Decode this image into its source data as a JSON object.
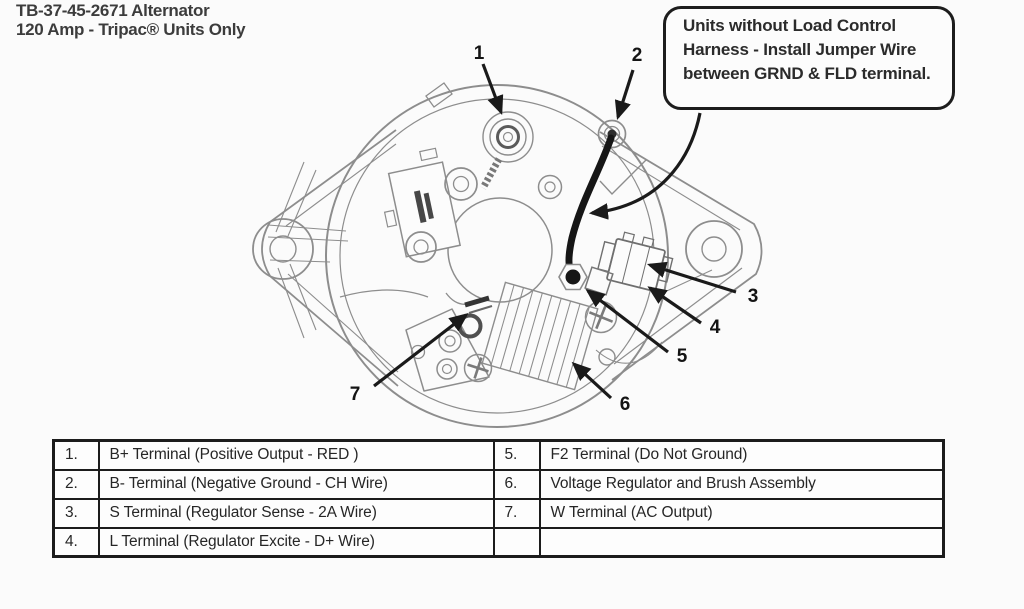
{
  "colors": {
    "background": "#fbfbfb",
    "drawing_line": "#8d8d8d",
    "dark_ink": "#1a1a1a",
    "table_border": "#1c1c1c",
    "text": "#2b2b2b"
  },
  "header": {
    "title_line1": "TB-37-45-2671 Alternator",
    "title_line2": "120 Amp - Tripac® Units Only"
  },
  "callout_note": {
    "text": "Units without Load Control Harness - Install Jumper Wire between GRND & FLD terminal."
  },
  "diagram": {
    "description": "Rear view line drawing of 120 Amp alternator with numbered pointer arrows",
    "callouts": [
      {
        "number": "1"
      },
      {
        "number": "2"
      },
      {
        "number": "3"
      },
      {
        "number": "4"
      },
      {
        "number": "5"
      },
      {
        "number": "6"
      },
      {
        "number": "7"
      }
    ]
  },
  "legend_table": {
    "rows": [
      {
        "num_left": "1.",
        "desc_left": "B+ Terminal (Positive Output - RED )",
        "num_right": "5.",
        "desc_right": "F2 Terminal (Do Not Ground)"
      },
      {
        "num_left": "2.",
        "desc_left": "B- Terminal (Negative Ground - CH Wire)",
        "num_right": "6.",
        "desc_right": "Voltage Regulator and Brush Assembly"
      },
      {
        "num_left": "3.",
        "desc_left": "S Terminal (Regulator Sense - 2A Wire)",
        "num_right": "7.",
        "desc_right": "W Terminal (AC Output)"
      },
      {
        "num_left": "4.",
        "desc_left": "L Terminal (Regulator Excite - D+ Wire)",
        "num_right": "",
        "desc_right": ""
      }
    ]
  }
}
